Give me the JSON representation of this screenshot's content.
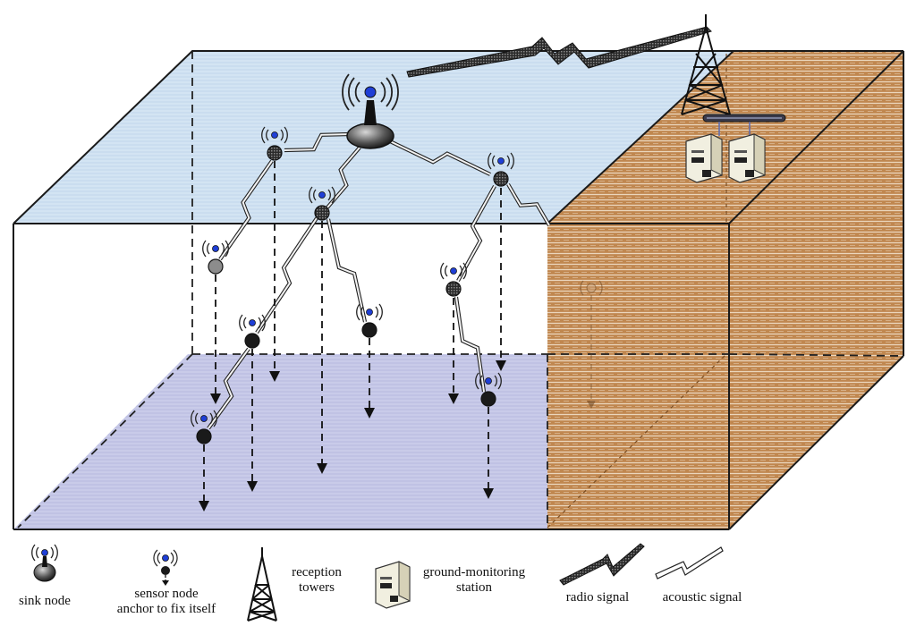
{
  "legend": {
    "sink_node": "sink node",
    "sensor_node_line1": "sensor node",
    "sensor_node_line2": "anchor to fix itself",
    "towers_line1": "reception",
    "towers_line2": "towers",
    "station_line1": "ground-monitoring",
    "station_line2": "station",
    "radio": "radio signal",
    "acoustic": "acoustic signal"
  },
  "colors": {
    "water_surface": "#cfe1f1",
    "water_bottom": "#c6c8e7",
    "land": "#c0874f",
    "land_line": "#e9d5bd",
    "node_dot": "#1f3fd6",
    "node_dark": "#1a1a1a"
  },
  "icons": {
    "sink": "sink-node-icon",
    "sensor": "sensor-node-icon",
    "tower": "reception-tower-icon",
    "station": "ground-station-icon",
    "radio": "radio-signal-icon",
    "acoustic": "acoustic-signal-icon"
  }
}
